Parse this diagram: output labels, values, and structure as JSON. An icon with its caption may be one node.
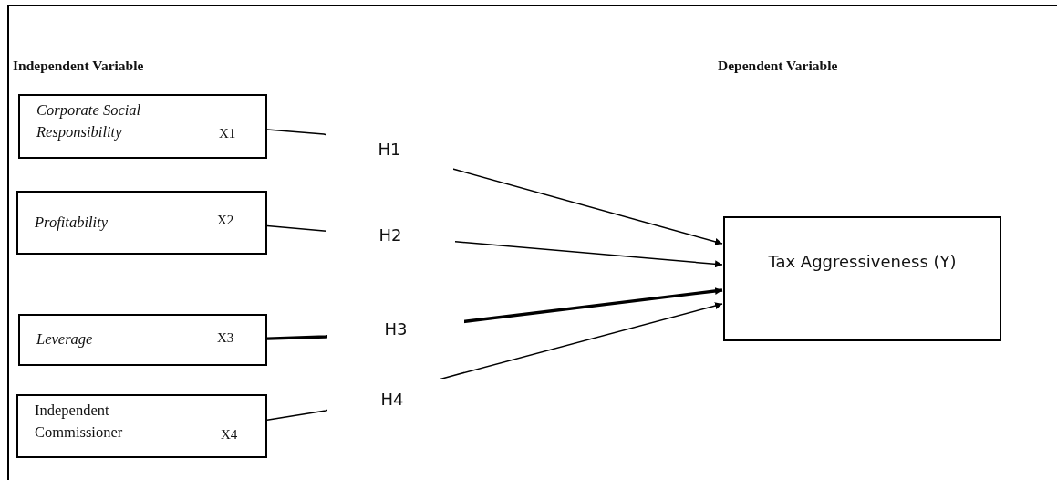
{
  "diagram": {
    "nodes": [
      {
        "text": [
          "Corporate Social Responsibility",
          "X1"
        ]
      },
      {
        "text": [
          "Profitability",
          "X2"
        ]
      },
      {
        "text": [
          "Leverage",
          "X3"
        ]
      },
      {
        "text": [
          "Independent Commissioner",
          "X4"
        ]
      },
      {
        "text": [
          "Tax Aggressiveness (Y)"
        ]
      }
    ],
    "edges": [
      {
        "from": 0,
        "to": 4,
        "arrow": "to",
        "label": "H1"
      },
      {
        "from": 1,
        "to": 4,
        "arrow": "to",
        "label": "H2"
      },
      {
        "from": 2,
        "to": 4,
        "arrow": "to",
        "label": "H3",
        "style": "thick"
      },
      {
        "from": 3,
        "to": 4,
        "arrow": "to",
        "label": "H4"
      }
    ],
    "labels": [
      "Independent Variable",
      "Dependent Variable"
    ]
  }
}
